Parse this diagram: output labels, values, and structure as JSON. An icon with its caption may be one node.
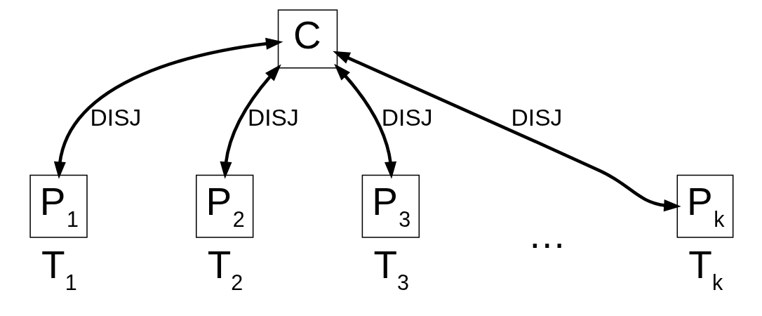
{
  "diagram": {
    "nodes": [
      {
        "text": [
          "C"
        ]
      },
      {
        "text": [
          "P$_{1}$"
        ],
        "beside": [
          "T$_{1}$"
        ]
      },
      {
        "text": [
          "P$_{2}$"
        ],
        "beside": [
          "T$_{2}$"
        ]
      },
      {
        "text": [
          "P$_{3}$"
        ],
        "beside": [
          "T$_{3}$"
        ]
      },
      {
        "text": [
          "P$_{k}$"
        ],
        "beside": [
          "T$_{k}$"
        ]
      }
    ],
    "edges": [
      {
        "from": 0,
        "to": 1,
        "arrow": "both",
        "label": "DISJ"
      },
      {
        "from": 0,
        "to": 2,
        "arrow": "both",
        "label": "DISJ"
      },
      {
        "from": 0,
        "to": 3,
        "arrow": "both",
        "label": "DISJ"
      },
      {
        "from": 0,
        "to": 4,
        "arrow": "both",
        "label": "DISJ"
      }
    ],
    "labels": [
      "…"
    ]
  }
}
